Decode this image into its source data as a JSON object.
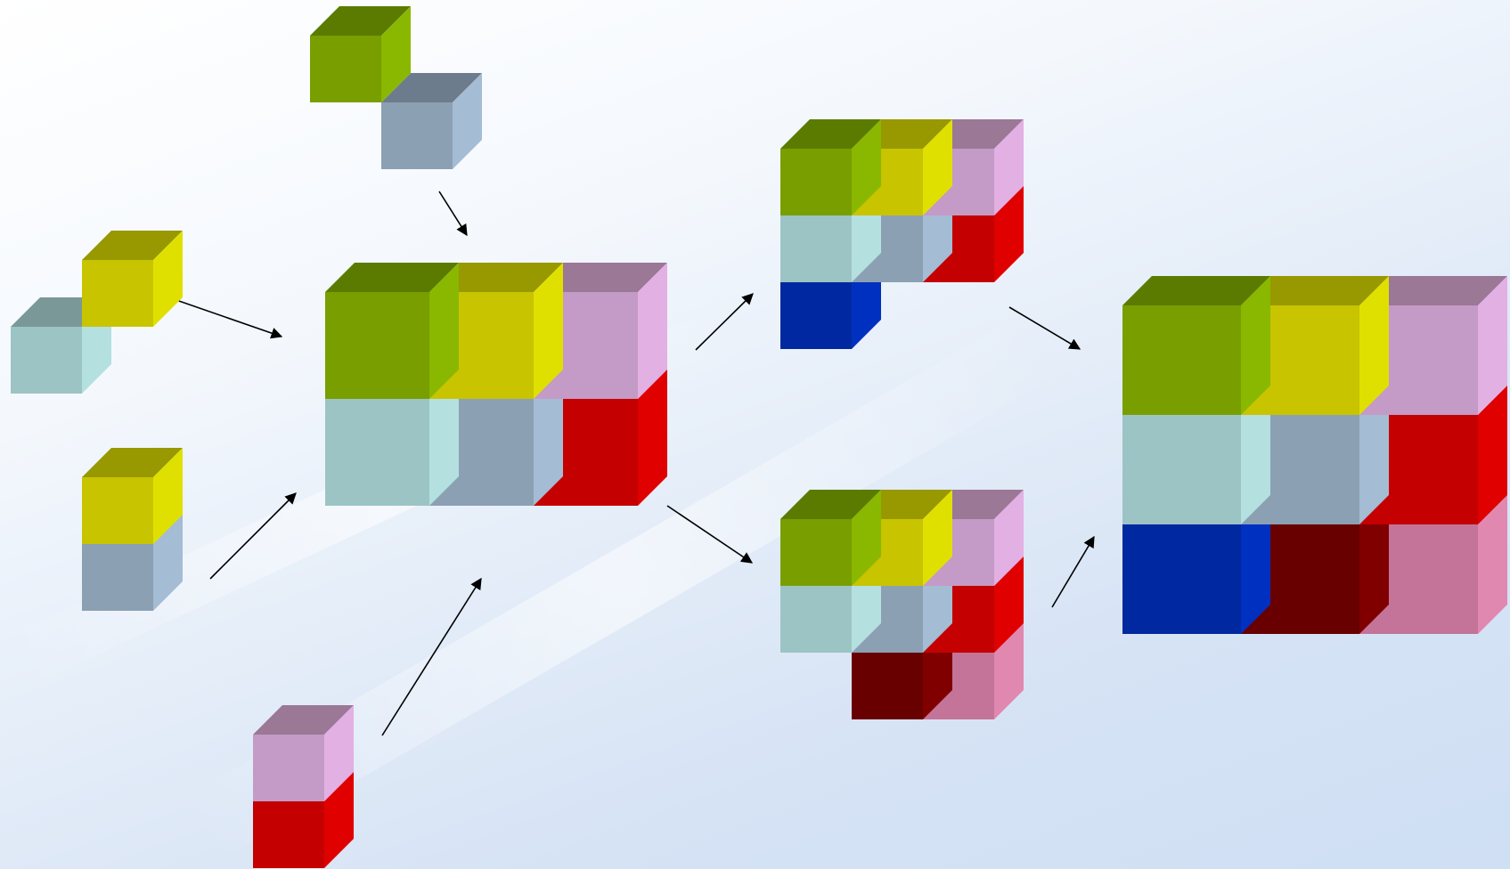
{
  "palette": {
    "green": {
      "front": "#789e00",
      "top": "#5b7b00",
      "side": "#8ab800"
    },
    "yellow": {
      "front": "#c8c400",
      "top": "#989800",
      "side": "#e0e000"
    },
    "mauve": {
      "front": "#c49ac6",
      "top": "#9a7896",
      "side": "#e2b0e2"
    },
    "teal": {
      "front": "#9cc4c4",
      "top": "#7a9898",
      "side": "#b4e0e0"
    },
    "slate": {
      "front": "#8ca0b4",
      "top": "#6c7c8c",
      "side": "#a4bcd4"
    },
    "red": {
      "front": "#c40000",
      "top": "#980000",
      "side": "#e00000"
    },
    "blue": {
      "front": "#0028a0",
      "top": "#001e80",
      "side": "#0030c0"
    },
    "maroon": {
      "front": "#680000",
      "top": "#500000",
      "side": "#800000"
    },
    "pink": {
      "front": "#c47498",
      "top": "#9a5878",
      "side": "#e088b0"
    }
  },
  "groups": [
    {
      "name": "pair-green-slate",
      "cubes": [
        {
          "color": "green",
          "col": 0,
          "row": 0
        },
        {
          "color": "slate",
          "col": 1,
          "row": 1
        }
      ]
    },
    {
      "name": "pair-teal-yellow",
      "cubes": [
        {
          "color": "teal",
          "col": 0,
          "row": 1
        },
        {
          "color": "yellow",
          "col": 1,
          "row": 0
        }
      ]
    },
    {
      "name": "pair-yellow-slate",
      "cubes": [
        {
          "color": "yellow",
          "col": 0,
          "row": 0
        },
        {
          "color": "slate",
          "col": 0,
          "row": 1
        }
      ]
    },
    {
      "name": "pair-mauve-red",
      "cubes": [
        {
          "color": "mauve",
          "col": 0,
          "row": 0
        },
        {
          "color": "red",
          "col": 0,
          "row": 1
        }
      ]
    },
    {
      "name": "block-2x3",
      "cubes": [
        {
          "color": "green",
          "col": 0,
          "row": 0
        },
        {
          "color": "yellow",
          "col": 1,
          "row": 0
        },
        {
          "color": "mauve",
          "col": 2,
          "row": 0
        },
        {
          "color": "teal",
          "col": 0,
          "row": 1
        },
        {
          "color": "slate",
          "col": 1,
          "row": 1
        },
        {
          "color": "red",
          "col": 2,
          "row": 1
        }
      ]
    },
    {
      "name": "block-7-blue",
      "cubes": [
        {
          "color": "green",
          "col": 0,
          "row": 0
        },
        {
          "color": "yellow",
          "col": 1,
          "row": 0
        },
        {
          "color": "mauve",
          "col": 2,
          "row": 0
        },
        {
          "color": "teal",
          "col": 0,
          "row": 1
        },
        {
          "color": "slate",
          "col": 1,
          "row": 1
        },
        {
          "color": "red",
          "col": 2,
          "row": 1
        },
        {
          "color": "blue",
          "col": 0,
          "row": 2
        }
      ]
    },
    {
      "name": "block-8-maroon-pink",
      "cubes": [
        {
          "color": "green",
          "col": 0,
          "row": 0
        },
        {
          "color": "yellow",
          "col": 1,
          "row": 0
        },
        {
          "color": "mauve",
          "col": 2,
          "row": 0
        },
        {
          "color": "teal",
          "col": 0,
          "row": 1
        },
        {
          "color": "slate",
          "col": 1,
          "row": 1
        },
        {
          "color": "red",
          "col": 2,
          "row": 1
        },
        {
          "color": "maroon",
          "col": 1,
          "row": 2
        },
        {
          "color": "pink",
          "col": 2,
          "row": 2
        }
      ]
    },
    {
      "name": "block-3x3",
      "cubes": [
        {
          "color": "green",
          "col": 0,
          "row": 0
        },
        {
          "color": "yellow",
          "col": 1,
          "row": 0
        },
        {
          "color": "mauve",
          "col": 2,
          "row": 0
        },
        {
          "color": "teal",
          "col": 0,
          "row": 1
        },
        {
          "color": "slate",
          "col": 1,
          "row": 1
        },
        {
          "color": "red",
          "col": 2,
          "row": 1
        },
        {
          "color": "blue",
          "col": 0,
          "row": 2
        },
        {
          "color": "maroon",
          "col": 1,
          "row": 2
        },
        {
          "color": "pink",
          "col": 2,
          "row": 2
        }
      ]
    }
  ],
  "arrows": [
    {
      "name": "arrow-pair-green-slate-to-block-2x3",
      "from": "pair-green-slate",
      "to": "block-2x3"
    },
    {
      "name": "arrow-pair-teal-yellow-to-block-2x3",
      "from": "pair-teal-yellow",
      "to": "block-2x3"
    },
    {
      "name": "arrow-pair-yellow-slate-to-block-2x3",
      "from": "pair-yellow-slate",
      "to": "block-2x3"
    },
    {
      "name": "arrow-pair-mauve-red-to-block-2x3",
      "from": "pair-mauve-red",
      "to": "block-2x3"
    },
    {
      "name": "arrow-block-2x3-to-block-7-blue",
      "from": "block-2x3",
      "to": "block-7-blue"
    },
    {
      "name": "arrow-block-2x3-to-block-8-maroon-pink",
      "from": "block-2x3",
      "to": "block-8-maroon-pink"
    },
    {
      "name": "arrow-block-7-blue-to-block-3x3",
      "from": "block-7-blue",
      "to": "block-3x3"
    },
    {
      "name": "arrow-block-8-maroon-pink-to-block-3x3",
      "from": "block-8-maroon-pink",
      "to": "block-3x3"
    }
  ]
}
